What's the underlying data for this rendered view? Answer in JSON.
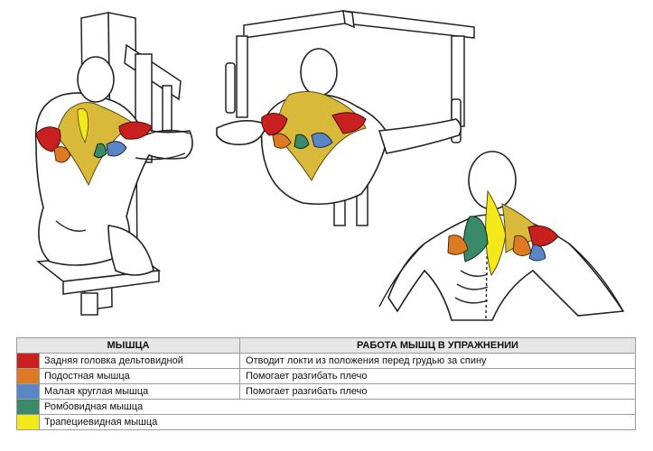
{
  "colors": {
    "deltoid": "#c8201f",
    "infraspinatus": "#de7b22",
    "teres_minor": "#5a86c6",
    "rhomboid": "#3a8a6a",
    "trapezius": "#f3e81a",
    "trapezius_illus": "#d9b93a"
  },
  "table": {
    "headers": [
      "МЫШЦА",
      "РАБОТА МЫШЦ В УПРАЖНЕНИИ"
    ],
    "rows": [
      {
        "color": "#c8201f",
        "muscle": "Задняя головка дельтовидной",
        "role": "Отводит локти из положения перед грудью за спину"
      },
      {
        "color": "#de7b22",
        "muscle": "Подостная мышца",
        "role": "Помогает разгибать плечо"
      },
      {
        "color": "#5a86c6",
        "muscle": "Малая круглая мышца",
        "role": "Помогает разгибать плечо"
      },
      {
        "color": "#3a8a6a",
        "muscle": "Ромбовидная мышца",
        "role": ""
      },
      {
        "color": "#f3e81a",
        "muscle": "Трапециевидная мышца",
        "role": ""
      }
    ]
  }
}
